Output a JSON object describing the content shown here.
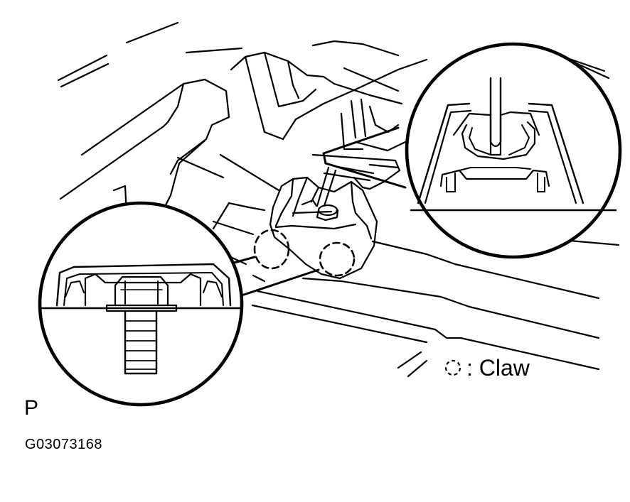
{
  "legend": {
    "symbol_icon": "dashed-circle-icon",
    "text": ": Claw"
  },
  "view_letter": "P",
  "figure_id": "G03073168"
}
